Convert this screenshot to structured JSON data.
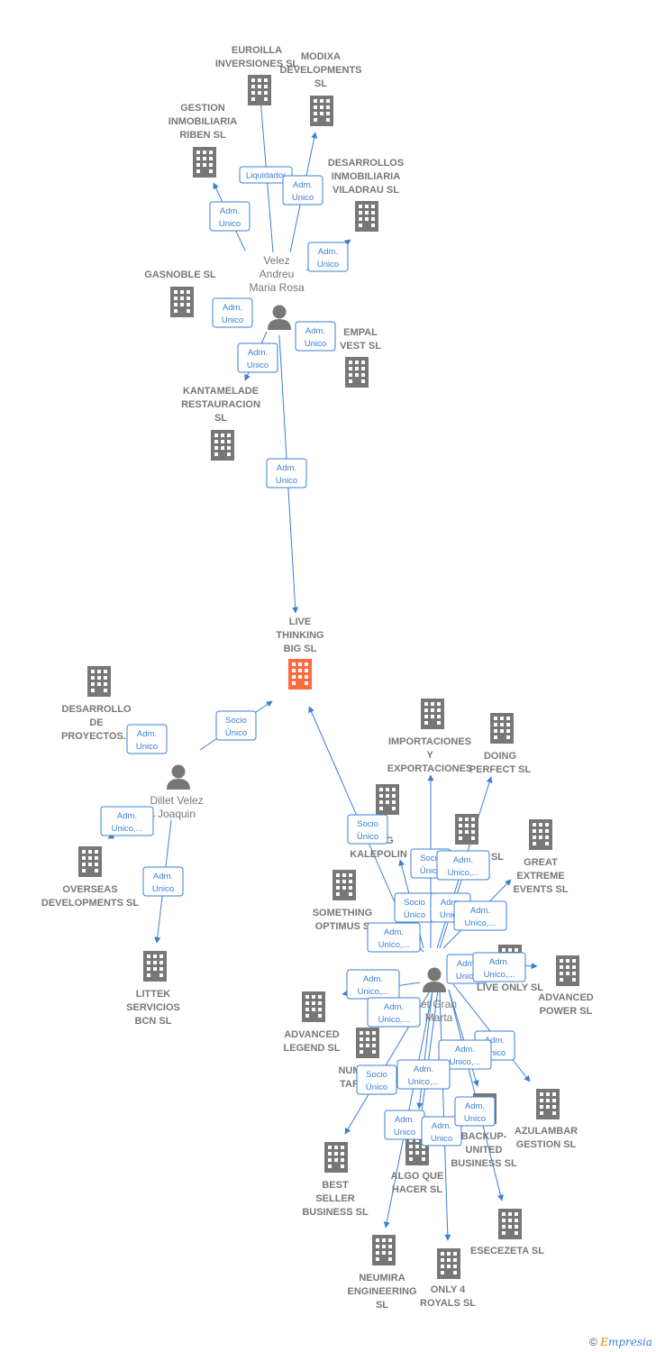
{
  "colors": {
    "edge": "#3a7fd5",
    "building": "#777777",
    "focus": "#ff6b3d",
    "text": "#777777"
  },
  "companies": [
    {
      "id": "live",
      "lines": [
        "LIVE",
        "THINKING",
        "BIG  SL"
      ],
      "focus": true
    },
    {
      "id": "euroilla",
      "lines": [
        "EUROILLA",
        "INVERSIONES SL"
      ]
    },
    {
      "id": "modixa",
      "lines": [
        "MODIXA",
        "DEVELOPMENTS",
        "SL"
      ]
    },
    {
      "id": "gestion",
      "lines": [
        "GESTION",
        "INMOBILIARIA",
        "RIBEN SL"
      ]
    },
    {
      "id": "desarrollos_vil",
      "lines": [
        "DESARROLLOS",
        "INMOBILIARIA",
        "VILADRAU  SL"
      ]
    },
    {
      "id": "gasnoble",
      "lines": [
        "GASNOBLE  SL"
      ]
    },
    {
      "id": "empal",
      "lines": [
        "EMPAL",
        "VEST  SL"
      ]
    },
    {
      "id": "kantamelade",
      "lines": [
        "KANTAMELADE",
        "RESTAURACION",
        "SL"
      ]
    },
    {
      "id": "des_proy",
      "lines": [
        "DESARROLLO",
        "DE",
        "PROYECTOS..."
      ]
    },
    {
      "id": "overseas",
      "lines": [
        "OVERSEAS",
        "DEVELOPMENTS SL"
      ]
    },
    {
      "id": "littek",
      "lines": [
        "LITTEK",
        "SERVICIOS",
        "BCN  SL"
      ]
    },
    {
      "id": "importaciones",
      "lines": [
        "IMPORTACIONES",
        "Y",
        "EXPORTACIONES"
      ]
    },
    {
      "id": "doing",
      "lines": [
        "DOING",
        "PERFECT  SL"
      ]
    },
    {
      "id": "kalepolin",
      "lines": [
        "W",
        "ETING",
        "KALEPOLIN"
      ]
    },
    {
      "id": "sl_mid",
      "lines": [
        "SL"
      ]
    },
    {
      "id": "great",
      "lines": [
        "GREAT",
        "EXTREME",
        "EVENTS  SL"
      ]
    },
    {
      "id": "something",
      "lines": [
        "SOMETHING",
        "OPTIMUS  S"
      ]
    },
    {
      "id": "liveonly",
      "lines": [
        "LIVE ONLY  SL"
      ]
    },
    {
      "id": "advpower",
      "lines": [
        "ADVANCED",
        "POWER  SL"
      ]
    },
    {
      "id": "advlegend",
      "lines": [
        "ADVANCED",
        "LEGEND  SL"
      ]
    },
    {
      "id": "numtar",
      "lines": [
        "NUM",
        "TAR"
      ]
    },
    {
      "id": "azulambar",
      "lines": [
        "AZULAMBAR",
        "GESTION  SL"
      ]
    },
    {
      "id": "backup",
      "lines": [
        "BACKUP-",
        "UNITED",
        "BUSINESS  SL"
      ]
    },
    {
      "id": "bestseller",
      "lines": [
        "BEST",
        "SELLER",
        "BUSINESS  SL"
      ]
    },
    {
      "id": "algoque",
      "lines": [
        "ALGO QUE",
        "HACER  SL"
      ]
    },
    {
      "id": "esecezeta",
      "lines": [
        "ESECEZETA SL"
      ]
    },
    {
      "id": "neumira",
      "lines": [
        "NEUMIRA",
        "ENGINEERING",
        "SL"
      ]
    },
    {
      "id": "only4",
      "lines": [
        "ONLY 4",
        "ROYALS  SL"
      ]
    }
  ],
  "persons": [
    {
      "id": "velez",
      "lines": [
        "Velez",
        "Andreu",
        "Maria Rosa"
      ]
    },
    {
      "id": "dillet",
      "lines": [
        "Dillet Velez",
        "Joaquin"
      ]
    },
    {
      "id": "gran",
      "lines": [
        "et Gran",
        "Marta"
      ]
    }
  ],
  "edge_labels": [
    {
      "id": "e1",
      "lines": [
        "Liquidador"
      ]
    },
    {
      "id": "e2",
      "lines": [
        "Adm.",
        "Unico"
      ]
    },
    {
      "id": "e3",
      "lines": [
        "Adm.",
        "Unico"
      ]
    },
    {
      "id": "e4",
      "lines": [
        "Adm.",
        "Unico"
      ]
    },
    {
      "id": "e5",
      "lines": [
        "Adm.",
        "Unico"
      ]
    },
    {
      "id": "e6",
      "lines": [
        "Adm.",
        "Unico"
      ]
    },
    {
      "id": "e7",
      "lines": [
        "Adm.",
        "Unico"
      ]
    },
    {
      "id": "e8",
      "lines": [
        "Adm.",
        "Unico"
      ]
    },
    {
      "id": "e9",
      "lines": [
        "Socio",
        "Único"
      ]
    },
    {
      "id": "e10",
      "lines": [
        "Adm.",
        "Unico"
      ]
    },
    {
      "id": "e11",
      "lines": [
        "Adm.",
        "Unico,..."
      ]
    },
    {
      "id": "e12",
      "lines": [
        "Adm.",
        "Unico"
      ]
    },
    {
      "id": "e13",
      "lines": [
        "Socio",
        "Único"
      ]
    },
    {
      "id": "e14",
      "lines": [
        "Socio",
        "Único"
      ]
    },
    {
      "id": "e15",
      "lines": [
        "Adm.",
        "Unico,..."
      ]
    },
    {
      "id": "e16",
      "lines": [
        "Socio",
        "Único"
      ]
    },
    {
      "id": "e17",
      "lines": [
        "Adm.",
        "Unico"
      ]
    },
    {
      "id": "e18",
      "lines": [
        "Adm.",
        "Unico,..."
      ]
    },
    {
      "id": "e19",
      "lines": [
        "Adm.",
        "Unico,..."
      ]
    },
    {
      "id": "e20",
      "lines": [
        "Adm.",
        "Unico"
      ]
    },
    {
      "id": "e21",
      "lines": [
        "Adm.",
        "Unico,..."
      ]
    },
    {
      "id": "e22",
      "lines": [
        "Adm.",
        "Unico,..."
      ]
    },
    {
      "id": "e23",
      "lines": [
        "Adm.",
        "Unico,..."
      ]
    },
    {
      "id": "e24",
      "lines": [
        "Adm.",
        "Unico"
      ]
    },
    {
      "id": "e25",
      "lines": [
        "Adm.",
        "Unico,..."
      ]
    },
    {
      "id": "e26",
      "lines": [
        "Socio",
        "Único"
      ]
    },
    {
      "id": "e27",
      "lines": [
        "Adm.",
        "Unico,..."
      ]
    },
    {
      "id": "e28",
      "lines": [
        "Adm.",
        "Unico"
      ]
    },
    {
      "id": "e29",
      "lines": [
        "Adm.",
        "Unico"
      ]
    },
    {
      "id": "e30",
      "lines": [
        "Adm.",
        "Unico"
      ]
    }
  ],
  "footer": {
    "copyright": "©",
    "brand_first": "E",
    "brand_rest": "mpresia"
  }
}
